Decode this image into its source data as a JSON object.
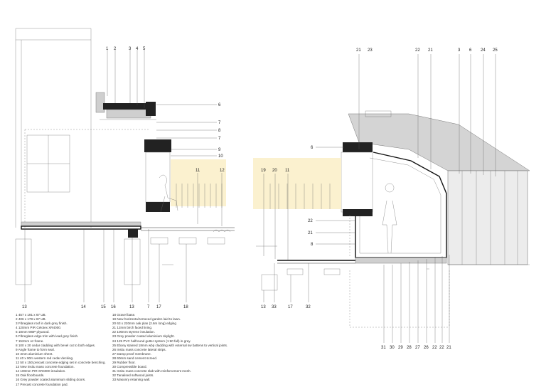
{
  "callouts": {
    "left_top": [
      "1",
      "2",
      "3",
      "4",
      "5"
    ],
    "left_side": [
      "6",
      "7",
      "8",
      "7",
      "9",
      "10"
    ],
    "left_mid": [
      "11",
      "12"
    ],
    "left_bottom": [
      "13",
      "14",
      "15",
      "16",
      "13",
      "7",
      "17",
      "18"
    ],
    "right_top": [
      "21",
      "23",
      "22",
      "21",
      "3",
      "6",
      "24",
      "25"
    ],
    "right_mid": [
      "19",
      "20",
      "11",
      "6"
    ],
    "right_inner": [
      "22",
      "21",
      "8"
    ],
    "right_bottom": [
      "13",
      "33",
      "17",
      "32"
    ],
    "right_bottom_row": [
      "31",
      "30",
      "29",
      "28",
      "27",
      "26",
      "22",
      "22",
      "21"
    ]
  },
  "legend_left": [
    "1   457 x 191 x 67 UB.",
    "2   406 x 178 x 67 UB.",
    "3   Fibreglass roof in dark grey finish.",
    "4   120mm PIR Celotex XR4000.",
    "5   18mm WBP plywood.",
    "6   Fibreglass edge trim with lead grey finish.",
    "7   152mm oz frame.",
    "8   100 x 20 cedar cladding with bevel cut to both edges.",
    "9   Angle frame to form seal.",
    "10  3mm aluminium sheet.",
    "11  40 x 90m western red cedar decking.",
    "12  50 x 150 precast concrete edging set in concrete benching.",
    "13  New insitu mass concrete foundation.",
    "14  100mm PIR XR4000 insulation.",
    "15  Oak floorboards.",
    "16  Grey powder coated aluminium sliding doors.",
    "17  Precast concrete foundation pad."
  ],
  "legend_right": [
    "18  Gravel base.",
    "19  New horizontal terraced garden laid to lawn.",
    "20  63 x 220mm oak plan (2.6m long) edging",
    "21  12mm birch faced lining.",
    "22  100mm styrene insulation.",
    "23  Grey powder coated aluminium skylight.",
    "24  125 PVC halfround gutter system (1:60 fall) in grey.",
    "25  Ebony stained 18mm wbp cladding with external sw battens to vertical joints.",
    "26  Insitu mass concrete lateral strips.",
    "27  Damp proof membrane.",
    "28  60mm sand cement screed.",
    "29  Rubber floor.",
    "30  Compressible board.",
    "31  Insitu mass concrete slab with reinforcement mesh.",
    "32  Tanalised softwood joists.",
    "33  Masonry retaining wall."
  ],
  "colors": {
    "glazing_tint": "#fbf1cf",
    "line": "#333333",
    "fill_grey": "#cfcfcf",
    "roof_grey": "#d4d4d4"
  }
}
